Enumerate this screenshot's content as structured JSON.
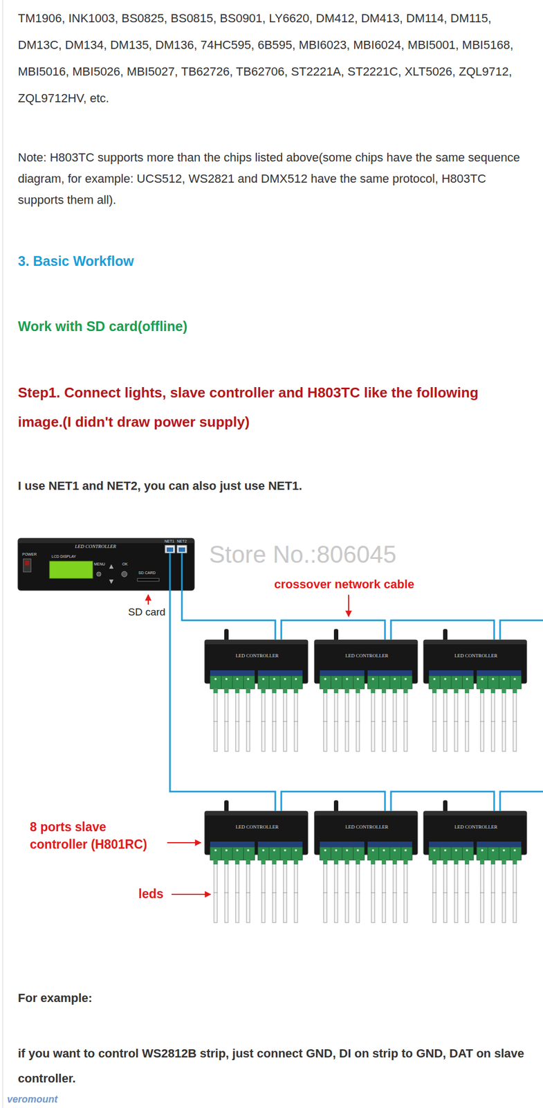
{
  "diagram": {
    "nodes": [
      {
        "text": [
          "LED CONTROLLER",
          "POWER",
          "LCD DISPLAY",
          "MENU",
          "OK",
          "SD CARD",
          "NET1",
          "NET2"
        ]
      },
      {
        "text": [
          "LED CONTROLLER"
        ]
      },
      {
        "text": [
          "LED CONTROLLER"
        ]
      },
      {
        "text": [
          "LED CONTROLLER"
        ]
      },
      {
        "text": [
          "LED CONTROLLER"
        ]
      },
      {
        "text": [
          "LED CONTROLLER"
        ]
      },
      {
        "text": [
          "LED CONTROLLER"
        ]
      }
    ],
    "edges": [
      {
        "from": 0,
        "to": 1,
        "arrow": "none"
      },
      {
        "from": 1,
        "to": 2,
        "arrow": "none"
      },
      {
        "from": 2,
        "to": 3,
        "arrow": "none"
      },
      {
        "from": 0,
        "to": 4,
        "arrow": "none"
      },
      {
        "from": 4,
        "to": 5,
        "arrow": "none"
      },
      {
        "from": 5,
        "to": 6,
        "arrow": "none"
      }
    ],
    "labels": [
      "TM1906, INK1003, BS0825, BS0815, BS0901, LY6620, DM412, DM413, DM114, DM115, DM13C, DM134, DM135, DM136, 74HC595, 6B595, MBI6023, MBI6024, MBI5001, MBI5168, MBI5016, MBI5026, MBI5027, TB62726, TB62706, ST2221A, ST2221C, XLT5026, ZQL9712, ZQL9712HV, etc.",
      "Note: H803TC supports more than the chips listed above(some chips have the same sequence diagram, for example: UCS512, WS2821 and DMX512 have the same protocol, H803TC supports them all).",
      "3. Basic Workflow",
      "Work with SD card(offline)",
      "Step1. Connect lights, slave controller and H803TC like the following image.(I didn't draw power supply)",
      "I use NET1 and NET2, you can also just use NET1.",
      "Store No.:806045",
      "crossover network cable",
      "SD card",
      "8 ports slave controller (H801RC)",
      "leds",
      "For example:",
      "if you want to control WS2812B strip, just connect GND, DI on strip to GND, DAT on slave controller.",
      "veromount"
    ]
  }
}
